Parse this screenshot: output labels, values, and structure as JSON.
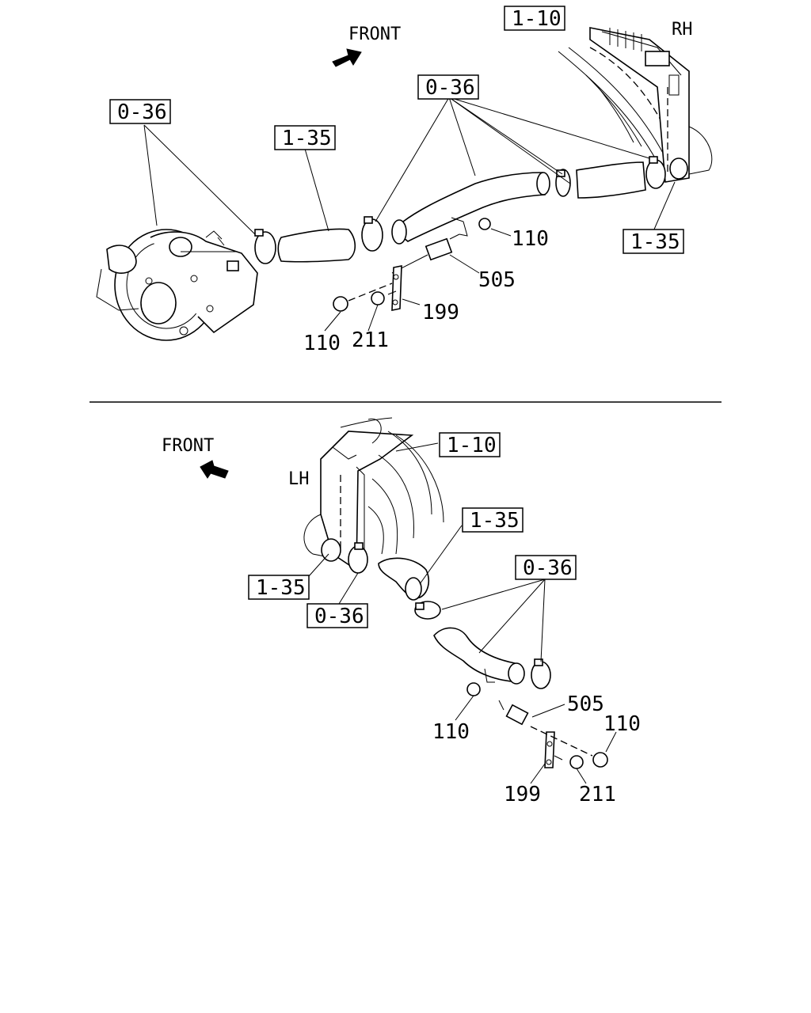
{
  "top": {
    "front_label": "FRONT",
    "side_label": "RH",
    "callouts": [
      "1-10",
      "0-36",
      "0-36",
      "1-35",
      "1-35"
    ],
    "numbers": [
      "110",
      "505",
      "199",
      "110",
      "211"
    ]
  },
  "bottom": {
    "front_label": "FRONT",
    "side_label": "LH",
    "callouts": [
      "1-10",
      "1-35",
      "1-35",
      "0-36",
      "0-36"
    ],
    "numbers": [
      "505",
      "110",
      "110",
      "199",
      "211"
    ]
  }
}
